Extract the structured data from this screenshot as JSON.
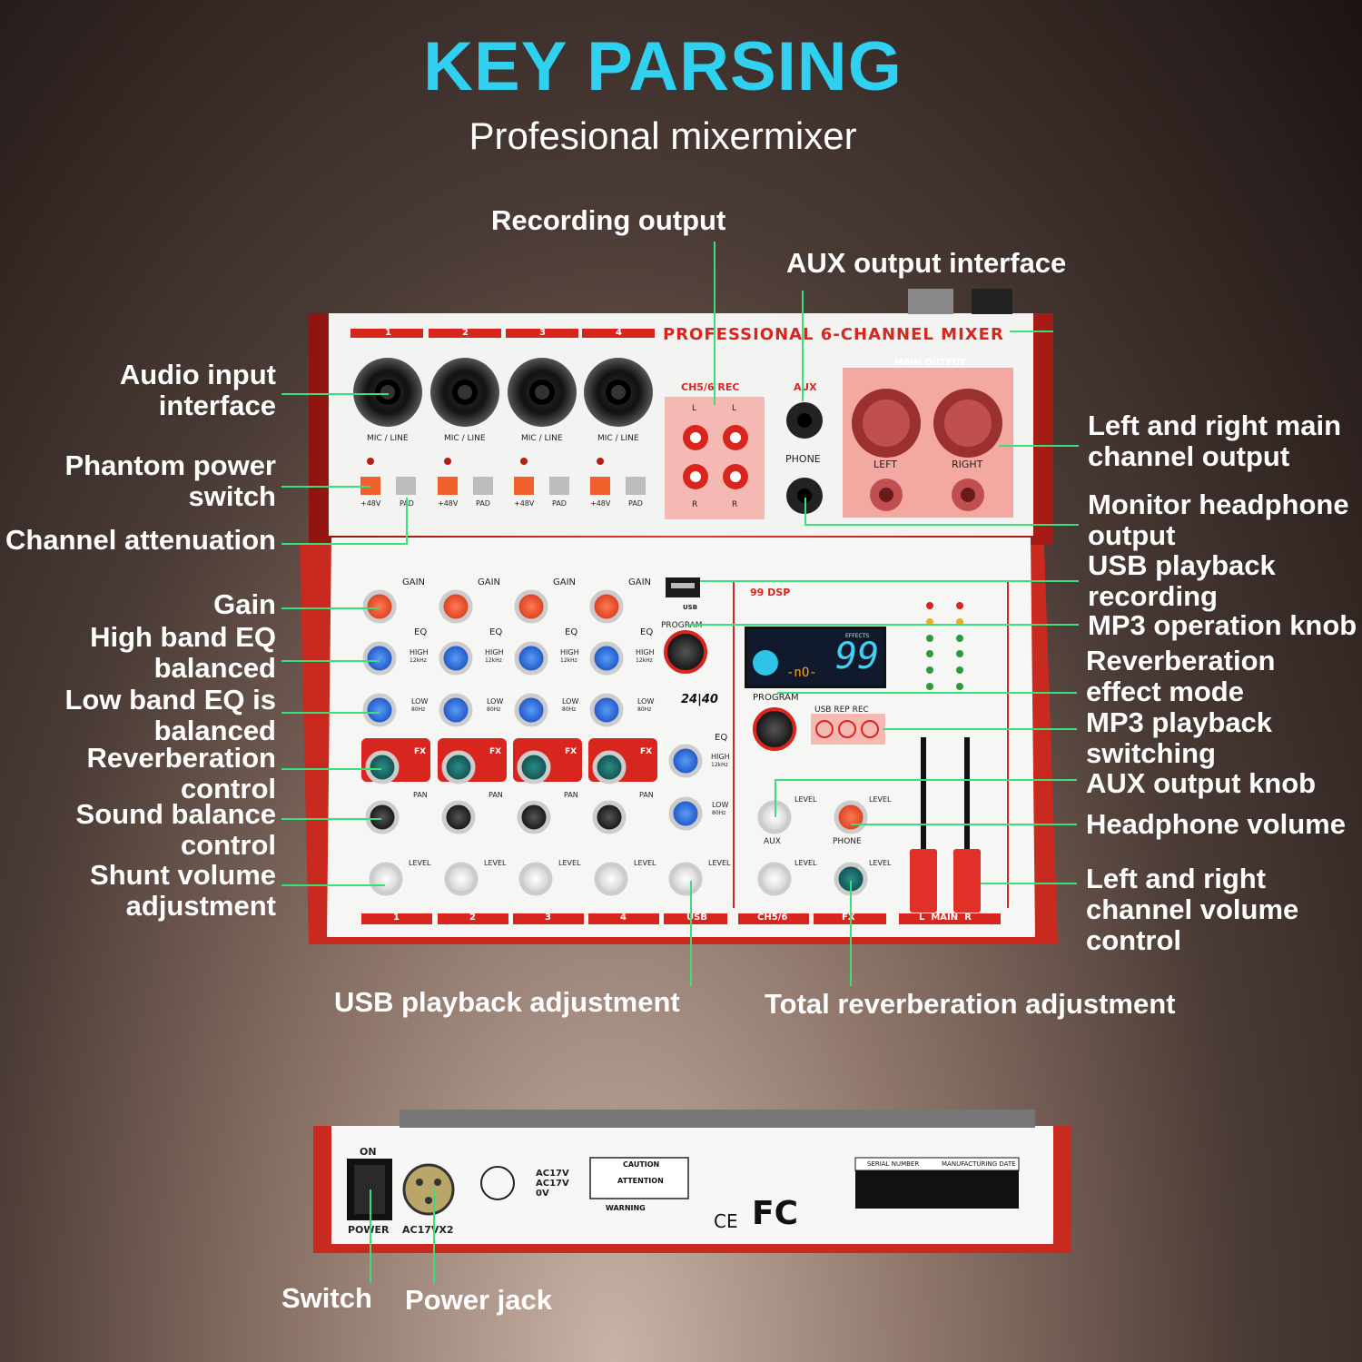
{
  "header": {
    "title": "KEY PARSING",
    "subtitle": "Profesional mixermixer"
  },
  "callouts": {
    "recording_output": "Recording output",
    "aux_output_interface": "AUX output interface",
    "audio_input_interface": [
      "Audio input",
      "interface"
    ],
    "phantom_power_switch": [
      "Phantom power",
      "switch"
    ],
    "channel_attenuation": "Channel attenuation",
    "gain": "Gain",
    "high_band_eq": [
      "High band EQ",
      "balanced"
    ],
    "low_band_eq": [
      "Low band EQ is",
      "balanced"
    ],
    "reverberation_control": [
      "Reverberation",
      "control"
    ],
    "sound_balance_control": [
      "Sound balance",
      "control"
    ],
    "shunt_volume": [
      "Shunt volume",
      "adjustment"
    ],
    "lr_main_output": [
      "Left and right main",
      "channel output"
    ],
    "monitor_headphone_output": [
      "Monitor headphone",
      "output"
    ],
    "usb_playback_recording": [
      "USB playback",
      "recording"
    ],
    "mp3_operation_knob": "MP3 operation knob",
    "reverb_effect_mode": [
      "Reverberation",
      "effect mode"
    ],
    "mp3_playback_switching": [
      "MP3 playback",
      "switching"
    ],
    "aux_output_knob": "AUX output knob",
    "headphone_volume": "Headphone volume",
    "lr_channel_volume": [
      "Left and right",
      "channel volume",
      "control"
    ],
    "usb_playback_adjustment": "USB playback adjustment",
    "total_reverb_adjustment": "Total reverberation adjustment",
    "switch": "Switch",
    "power_jack": "Power jack"
  },
  "mixer": {
    "brand_text": "PROFESSIONAL 6-CHANNEL MIXER",
    "channels": [
      "1",
      "2",
      "3",
      "4"
    ],
    "mic_line": "MIC / LINE",
    "plus48v": "+48V",
    "pad": "PAD",
    "ch56_rec": "CH5/6 REC",
    "aux": "AUX",
    "phone": "PHONE",
    "main_output": "MAIN OUTPUT",
    "left": "LEFT",
    "right": "RIGHT",
    "l": "L",
    "r": "R",
    "gain": "GAIN",
    "eq": "EQ",
    "high": "HIGH",
    "high_freq": "12kHz",
    "low": "LOW",
    "low_freq": "80Hz",
    "fx": "FX",
    "pan": "PAN",
    "level": "LEVEL",
    "usb": "USB",
    "program": "PROGRAM",
    "bit": "24|40",
    "display_number": "99",
    "display_no": "-nO-",
    "effects": "EFFECTS",
    "dsp": "99 DSP",
    "usb_rep_rec": "USB REP REC",
    "bottom_labels": [
      "1",
      "2",
      "3",
      "4",
      "USB",
      "CH5/6",
      "FX",
      "L  MAIN  R"
    ],
    "aux_knob_label": "AUX",
    "phone_knob_label": "PHONE"
  },
  "rear": {
    "on": "ON",
    "power": "POWER",
    "ac17vx2": "AC17VX2",
    "ac_lines": [
      "AC17V",
      "AC17V",
      "0V"
    ],
    "caution": "CAUTION",
    "attention": "ATTENTION",
    "warning": "WARNING",
    "serial_number": "SERIAL NUMBER",
    "manufacturing_date": "MANUFACTURING DATE",
    "ce": "CE",
    "fc": "FC"
  },
  "colors": {
    "title": "#2fd0f0",
    "leader": "#39e07a",
    "mixer_red": "#d8261f",
    "panel_white": "#f4f4f2"
  }
}
